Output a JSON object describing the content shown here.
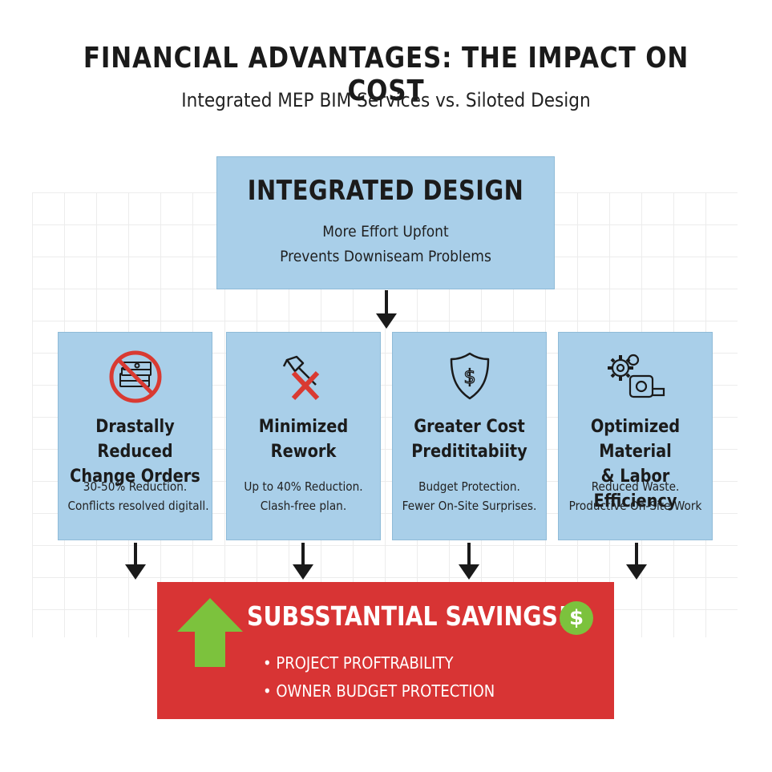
{
  "header": {
    "title": "FINANCIAL ADVANTAGES: THE IMPACT ON COST",
    "subtitle": "Integrated MEP BIM Services vs. Siloted Design"
  },
  "integrated": {
    "title": "INTEGRATED DESIGN",
    "line1": "More Effort Upfont",
    "line2": "Prevents Downiseam Problems"
  },
  "benefits": [
    {
      "icon": "no-money-icon",
      "title1": "Drastally Reduced",
      "title2": "Change Orders",
      "desc1": "30-50% Reduction.",
      "desc2": "Conflicts resolved digitall."
    },
    {
      "icon": "hammer-x-icon",
      "title1": "Minimized",
      "title2": "Rework",
      "desc1": "Up to 40% Reduction.",
      "desc2": "Clash-free plan."
    },
    {
      "icon": "dollar-shield-icon",
      "title1": "Greater Cost",
      "title2": "Predititabiity",
      "desc1": "Budget Protection.",
      "desc2": "Fewer On-Site Surprises."
    },
    {
      "icon": "gear-tape-measure-icon",
      "title1": "Optimized Material",
      "title2": "& Labor Efficiency",
      "desc1": "Reduced Waste.",
      "desc2": "Productive On-Site Work"
    }
  ],
  "savings": {
    "title": "SUBSSTANTIAL SAVINGS!",
    "coin": "$",
    "bullet1": "• PROJECT PROFTRABILITY",
    "bullet2": "• OWNER BUDGET PROTECTION"
  },
  "colors": {
    "box_blue": "#a9cfe9",
    "savings_red": "#d83434",
    "arrow_green": "#7cc23d",
    "icon_red": "#d93a32"
  }
}
